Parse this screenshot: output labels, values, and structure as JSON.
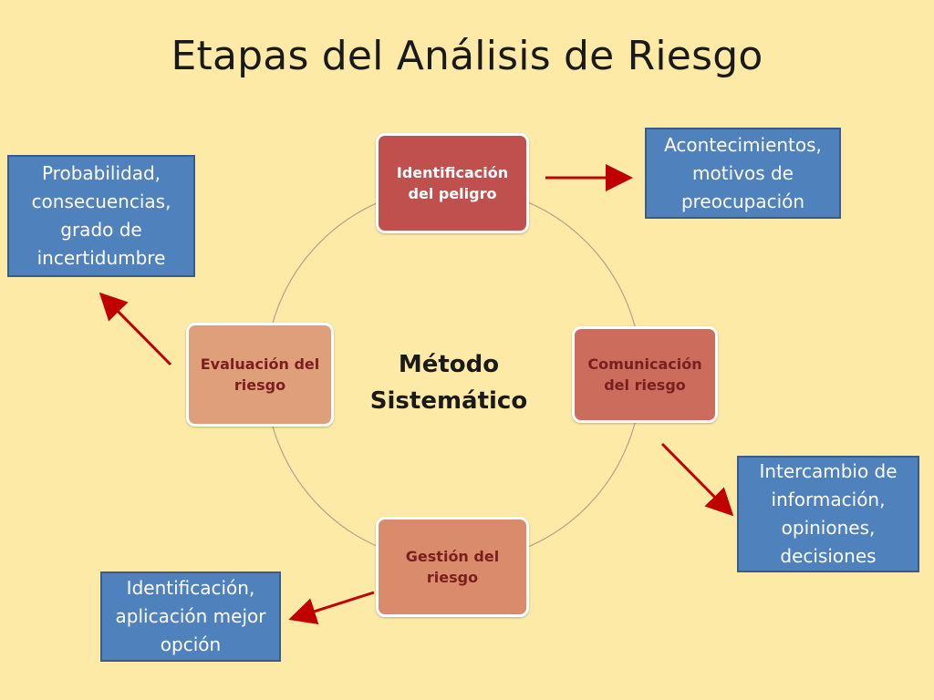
{
  "title": "Etapas del Análisis de Riesgo",
  "center_label": [
    "Método",
    "Sistemático"
  ],
  "stages": {
    "top": "Identificación del peligro",
    "right": "Comunicación del riesgo",
    "bottom": "Gestión del riesgo",
    "left": "Evaluación del riesgo"
  },
  "notes": {
    "top_left": "Probabilidad, consecuencias, grado de incertidumbre",
    "top_right": "Acontecimientos, motivos de preocupación",
    "bottom_right": "Intercambio de información, opiniones, decisiones",
    "bottom_left": "Identificación, aplicación mejor opción"
  },
  "colors": {
    "background": "#fdeaa7",
    "note_fill": "#4f81bd",
    "arrow": "#c00000",
    "stage_top": "#c0504d"
  }
}
